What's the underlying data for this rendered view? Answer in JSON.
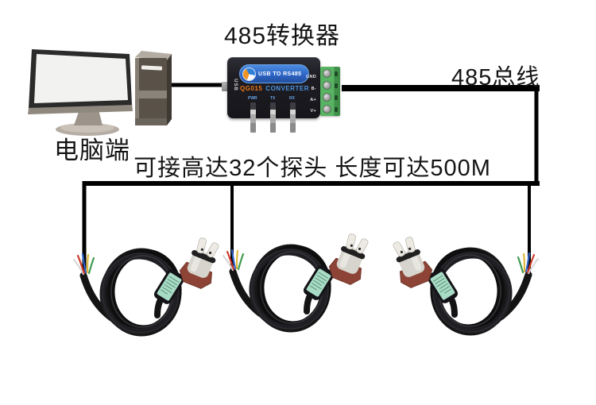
{
  "diagram": {
    "title": "485转换器",
    "computer_label": "电脑端",
    "bus_label": "485总线",
    "capacity_label": "可接高达32个探头 长度可达500M"
  },
  "converter": {
    "side_port_label": "USB",
    "badge_label": "USB TO RS485",
    "model": "QG015",
    "model_type": "CONVERTER",
    "led_labels": [
      "PWR",
      "TX",
      "RX"
    ],
    "terminal_labels": [
      "GND",
      "B-",
      "A+",
      "V+"
    ]
  },
  "probes": {
    "count": 3,
    "description": "coiled-cable water level sensor probe"
  },
  "colors": {
    "background": "#ffffff",
    "line": "#000000",
    "converter_body": "#1d1d23",
    "badge_blue": "#2b62c2",
    "model_orange": "#f07818",
    "converter_text_blue": "#4f94e0",
    "terminal_block_green": "#58b362",
    "probe_label_green": "#a9dcc6",
    "sensor_bracket_maroon": "#8d4436",
    "wire_lead_colors": [
      "#d8d8d8",
      "#cc3a28",
      "#2f62c8",
      "#e0b83a",
      "#3e9a4e"
    ]
  }
}
